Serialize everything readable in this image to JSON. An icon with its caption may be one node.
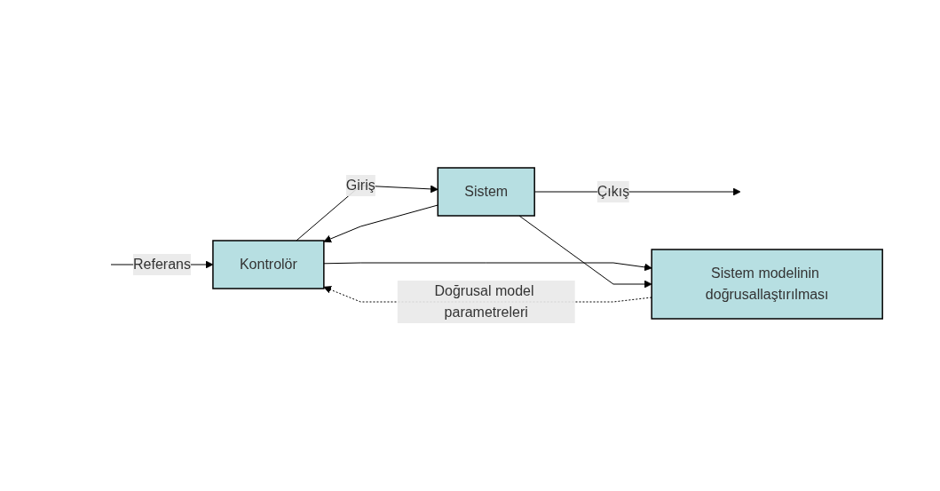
{
  "diagram": {
    "nodes": [
      {
        "text": [
          "Kontrolör"
        ]
      },
      {
        "text": [
          "Sistem"
        ]
      },
      {
        "text": [
          "Sistem modelinin doğrusallaştırılması"
        ]
      }
    ],
    "edges": [
      {
        "from": null,
        "to": 0,
        "arrow": "to",
        "label": "Referans"
      },
      {
        "from": 0,
        "to": 1,
        "arrow": "to",
        "label": "Giriş"
      },
      {
        "from": 0,
        "to": 2,
        "arrow": "to"
      },
      {
        "from": 1,
        "to": null,
        "arrow": "to",
        "label": "Çıkış"
      },
      {
        "from": 1,
        "to": 2,
        "arrow": "to"
      },
      {
        "from": 1,
        "to": 0,
        "arrow": "to"
      },
      {
        "from": 2,
        "to": 0,
        "arrow": "to",
        "style": "dashed",
        "label": "Doğrusal model parametreleri"
      }
    ]
  }
}
